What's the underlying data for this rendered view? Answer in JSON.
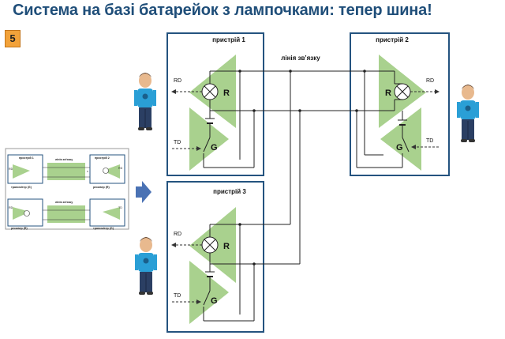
{
  "slide": {
    "title": "Система на базі батарейок з лампочками: тепер шина!",
    "number": "5"
  },
  "diagram": {
    "link_label": "лінія зв’язку",
    "device1": {
      "title": "пристрій 1",
      "receiver_letter": "R",
      "transmitter_letter": "G",
      "rd_label": "RD",
      "td_label": "TD"
    },
    "device2": {
      "title": "пристрій 2",
      "receiver_letter": "R",
      "transmitter_letter": "G",
      "rd_label": "RD",
      "td_label": "TD"
    },
    "device3": {
      "title": "пристрій 3",
      "receiver_letter": "R",
      "transmitter_letter": "G",
      "rd_label": "RD",
      "td_label": "TD"
    }
  },
  "thumbnail": {
    "device1_title": "пристрій 1",
    "device2_title": "пристрій 2",
    "link_label_top": "лінія зв’язку",
    "link_label_bottom": "лінія зв’язку",
    "transmitter_left": "трансмітер (G)",
    "receiver_right": "ресивер (R)",
    "receiver_left": "ресивер (R)",
    "transmitter_right": "трансмітер (G)",
    "rd": "RD",
    "td": "TD",
    "x_mark": "x"
  },
  "icons": {
    "arrow": "right-arrow-icon",
    "person": "person-icon",
    "lamp": "lamp-icon",
    "battery": "battery-icon",
    "switch": "switch-icon"
  },
  "colors": {
    "title": "#1f4e79",
    "box_border": "#24537f",
    "triangle": "#a9d18e",
    "arrow": "#4a72b4",
    "slide_number_bg": "#f2a23a"
  }
}
